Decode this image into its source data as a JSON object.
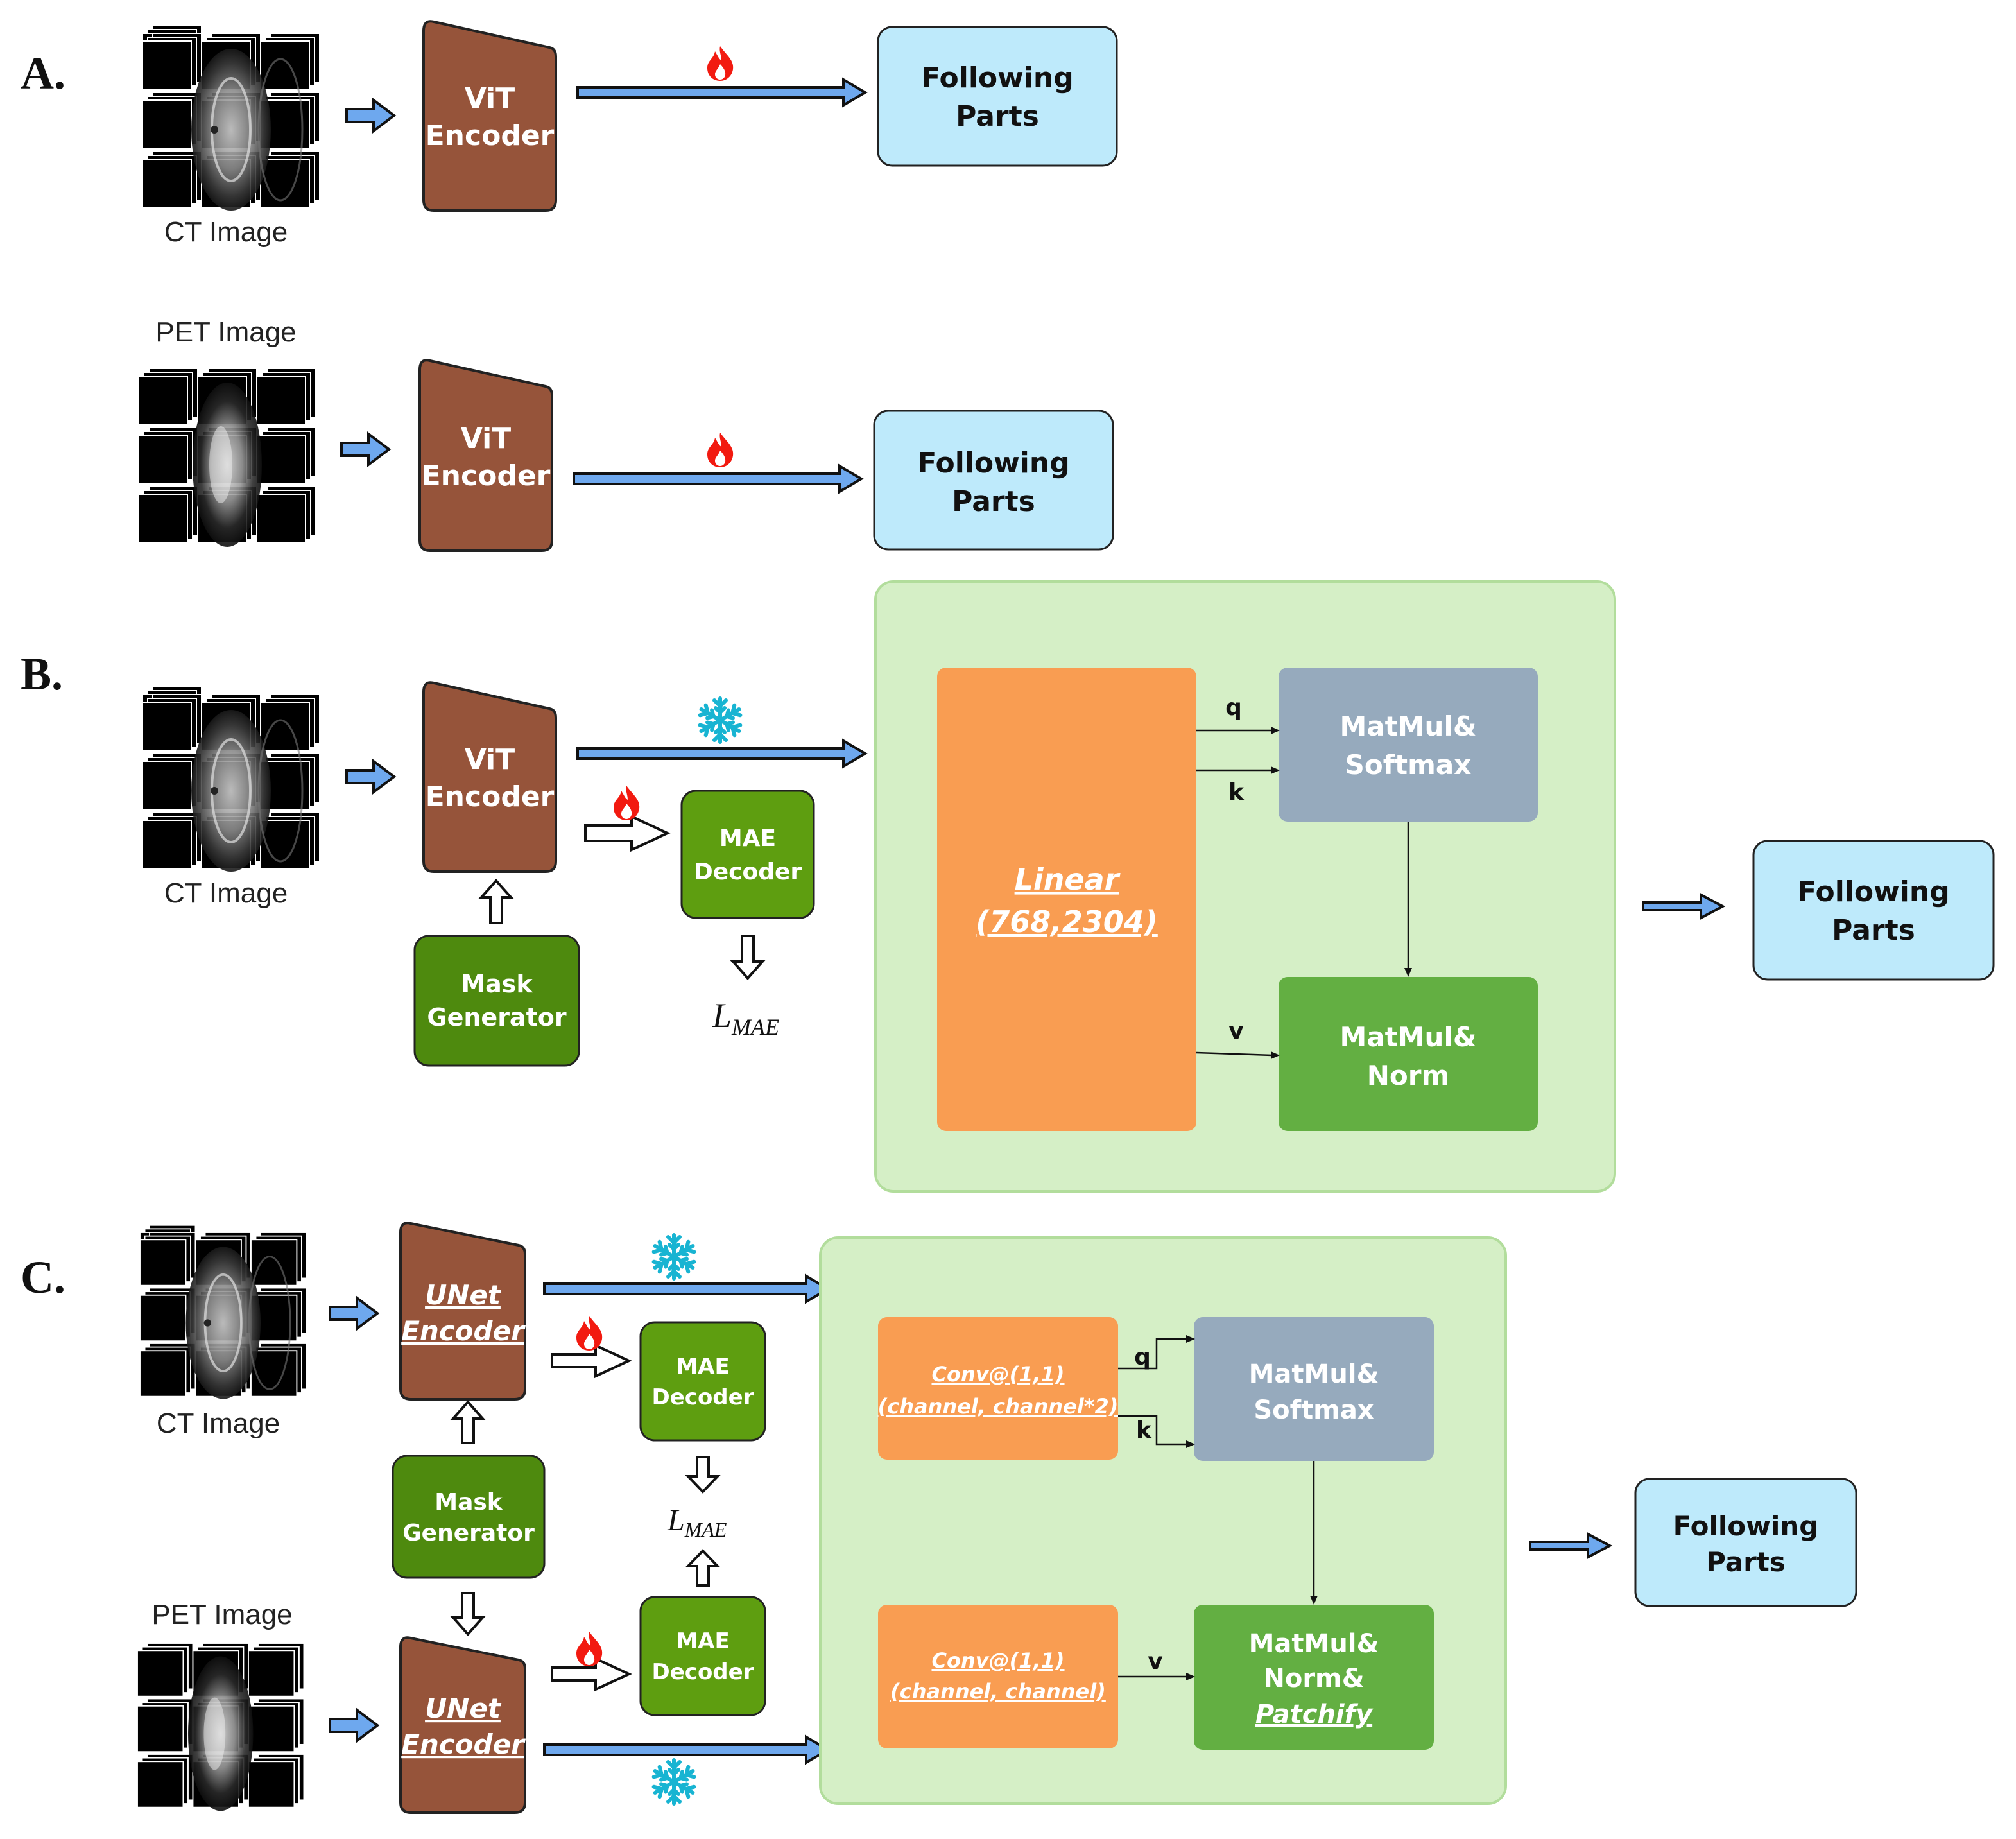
{
  "sections": {
    "a": "A.",
    "b": "B.",
    "c": "C."
  },
  "captions": {
    "a_ct": "CT Image",
    "a_pet": "PET Image",
    "b_ct": "CT Image",
    "c_ct": "CT Image",
    "c_pet": "PET Image"
  },
  "encoders": {
    "vit_line1": "ViT",
    "vit_line2": "Encoder",
    "unet_line1": "UNet",
    "unet_line2": "Encoder"
  },
  "following": {
    "line1": "Following",
    "line2": "Parts"
  },
  "mask_generator": {
    "line1": "Mask",
    "line2": "Generator"
  },
  "mae_decoder": {
    "line1": "MAE",
    "line2": "Decoder"
  },
  "loss": {
    "symbol": "L",
    "subscript": "MAE"
  },
  "attention_b": {
    "linear_line1": "Linear",
    "linear_line2": "(768,2304)",
    "softmax_line1": "MatMul&",
    "softmax_line2": "Softmax",
    "norm_line1": "MatMul&",
    "norm_line2": "Norm",
    "q": "q",
    "k": "k",
    "v": "v"
  },
  "attention_c": {
    "conv1_line1": "Conv@(1,1)",
    "conv1_line2": "(channel, channel*2)",
    "conv2_line1": "Conv@(1,1)",
    "conv2_line2": "(channel, channel)",
    "softmax_line1": "MatMul&",
    "softmax_line2": "Softmax",
    "norm_line1": "MatMul&",
    "norm_line2": "Norm&",
    "norm_line3": "Patchify",
    "q": "q",
    "k": "k",
    "v": "v"
  },
  "icons": {
    "trainable": "flame-icon",
    "frozen": "snowflake-icon"
  },
  "colors": {
    "encoder": "#96543A",
    "following": "#BEEAFB",
    "mask_generator": "#4E8A0E",
    "mae_decoder": "#5E9E10",
    "linear": "#F99D52",
    "conv": "#F99D52",
    "softmax": "#96AABD",
    "norm": "#63AF42",
    "panel": "#D5EFC6",
    "arrow": "#6EA8EE",
    "flame": "#F21A10",
    "snowflake": "#18B4D2"
  }
}
